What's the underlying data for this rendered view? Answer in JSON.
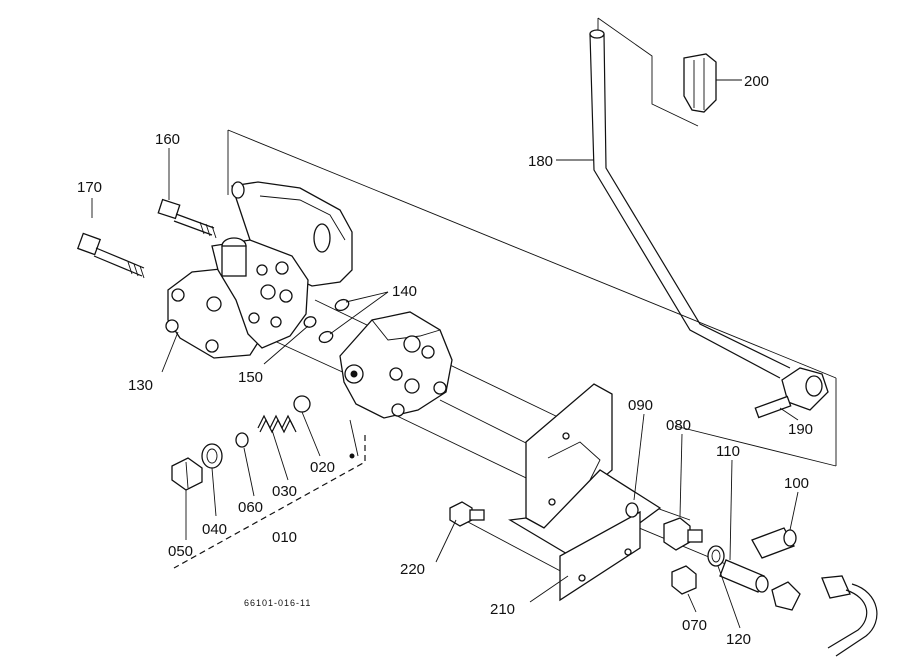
{
  "figure_code": "66101-016-11",
  "callouts": [
    {
      "id": "p200",
      "label": "200"
    },
    {
      "id": "p180",
      "label": "180"
    },
    {
      "id": "p160",
      "label": "160"
    },
    {
      "id": "p170",
      "label": "170"
    },
    {
      "id": "p140",
      "label": "140"
    },
    {
      "id": "p130",
      "label": "130"
    },
    {
      "id": "p150",
      "label": "150"
    },
    {
      "id": "p020",
      "label": "020"
    },
    {
      "id": "p030",
      "label": "030"
    },
    {
      "id": "p060",
      "label": "060"
    },
    {
      "id": "p040",
      "label": "040"
    },
    {
      "id": "p050",
      "label": "050"
    },
    {
      "id": "p010",
      "label": "010"
    },
    {
      "id": "p090",
      "label": "090"
    },
    {
      "id": "p080",
      "label": "080"
    },
    {
      "id": "p110",
      "label": "110"
    },
    {
      "id": "p100",
      "label": "100"
    },
    {
      "id": "p190",
      "label": "190"
    },
    {
      "id": "p220",
      "label": "220"
    },
    {
      "id": "p210",
      "label": "210"
    },
    {
      "id": "p070",
      "label": "070"
    },
    {
      "id": "p120",
      "label": "120"
    }
  ]
}
